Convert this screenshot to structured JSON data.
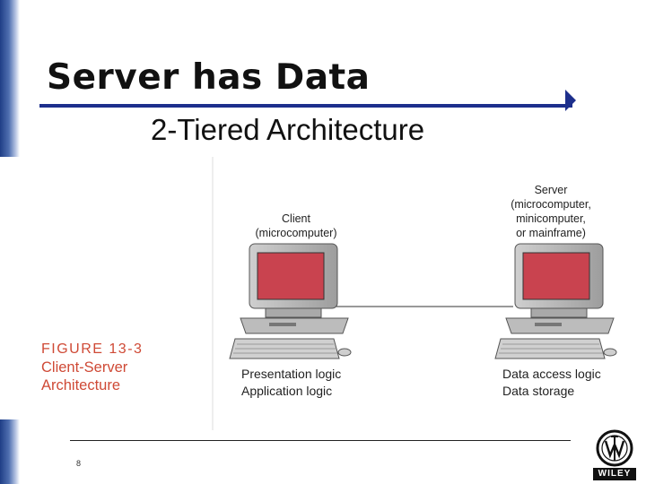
{
  "slide": {
    "title": "Server has Data",
    "subtitle": "2-Tiered Architecture",
    "page_number": "8"
  },
  "figure": {
    "number": "FIGURE 13-3",
    "caption_line1": "Client-Server",
    "caption_line2": "Architecture"
  },
  "client": {
    "label_line1": "Client",
    "label_line2": "(microcomputer)",
    "logic_line1": "Presentation logic",
    "logic_line2": "Application logic"
  },
  "server": {
    "label_line1": "Server",
    "label_line2": "(microcomputer,",
    "label_line3": "minicomputer,",
    "label_line4": "or mainframe)",
    "logic_line1": "Data access logic",
    "logic_line2": "Data storage"
  },
  "logo": {
    "text": "WILEY"
  },
  "colors": {
    "title_rule": "#1d2f8c",
    "caption": "#cf4a36",
    "screen": "#c9434f"
  }
}
